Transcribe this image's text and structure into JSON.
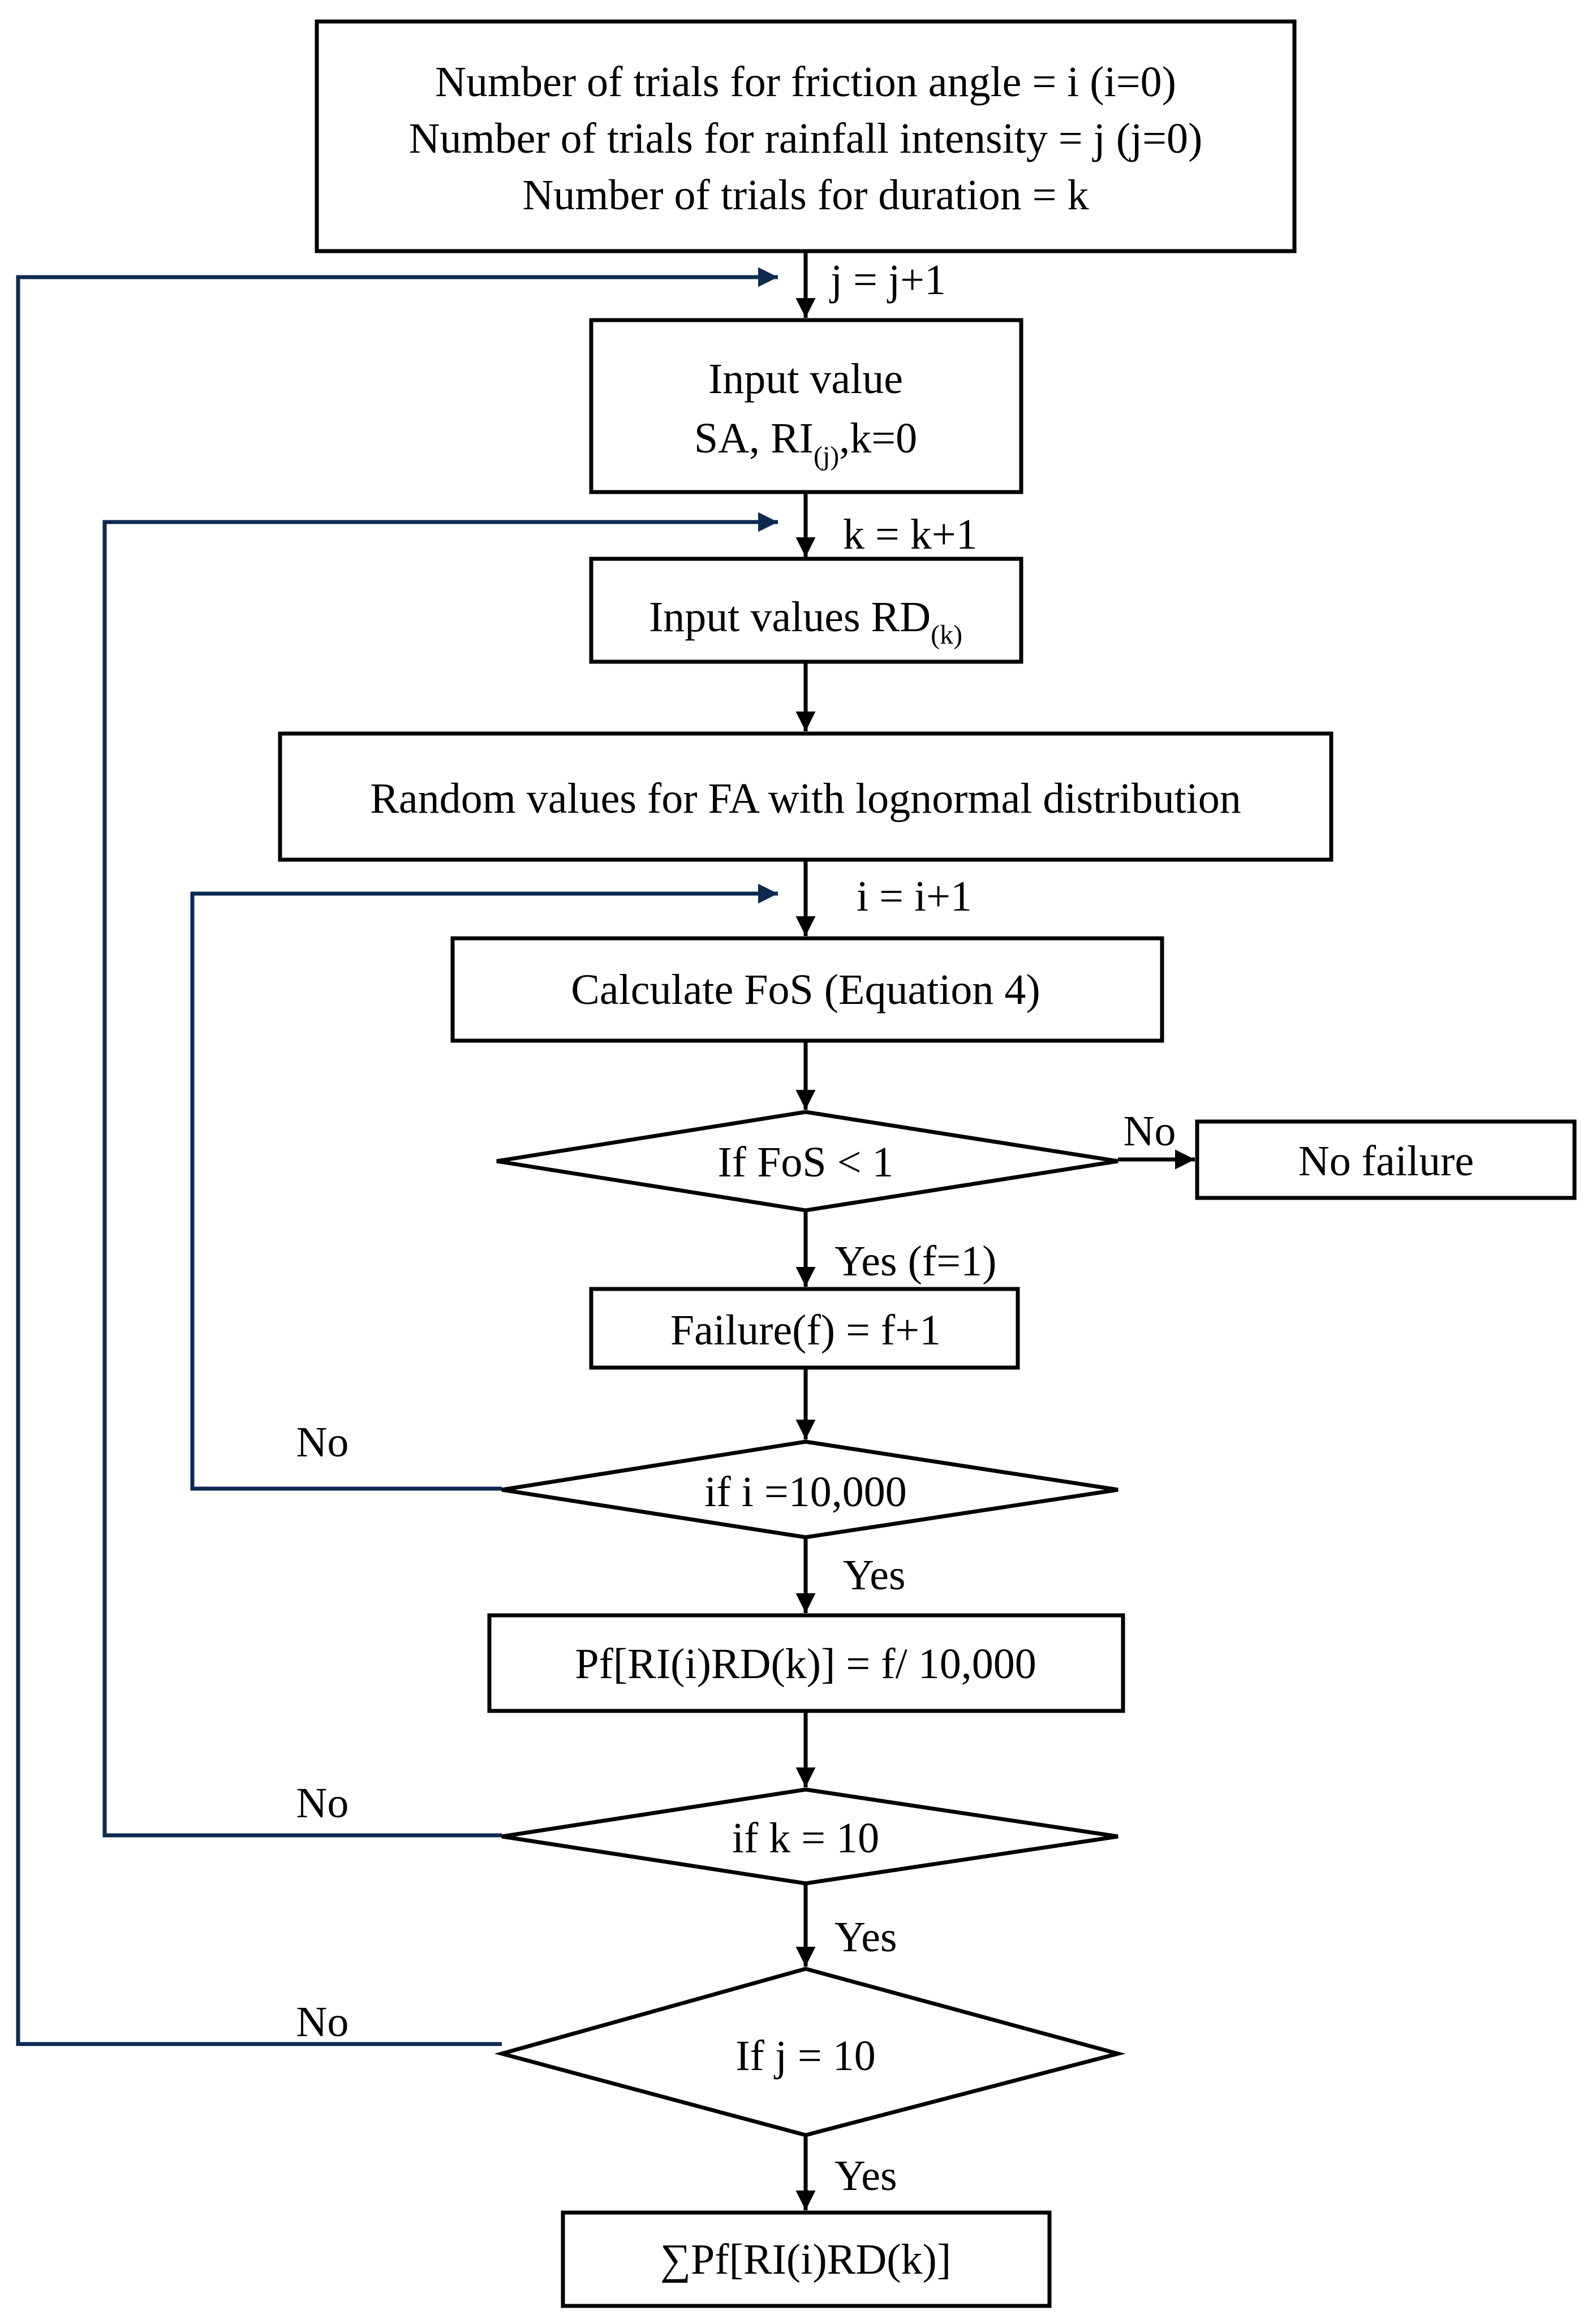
{
  "start": {
    "line1": "Number of trials for friction angle = i (i=0)",
    "line2": "Number of trials for rainfall intensity = j (j=0)",
    "line3": "Number of trials for duration = k"
  },
  "label_j_inc": "j = j+1",
  "input_sa": {
    "line1": "Input value",
    "line2_prefix": "SA, RI",
    "line2_sub": "(j)",
    "line2_suffix": ",k=0"
  },
  "label_k_inc": "k = k+1",
  "input_rd": {
    "prefix": "Input values RD",
    "sub": "(k)"
  },
  "random_fa": "Random values for FA with lognormal distribution",
  "label_i_inc": "i = i+1",
  "calc_fos": "Calculate FoS (Equation 4)",
  "decision_fos": "If FoS < 1",
  "label_no_fos": "No",
  "no_failure": "No failure",
  "label_yes_fos": "Yes (f=1)",
  "failure": "Failure(f) = f+1",
  "decision_i": "if i =10,000",
  "label_no_i": "No",
  "label_yes_i": "Yes",
  "pf_calc": "Pf[RI(i)RD(k)] = f/ 10,000",
  "decision_k": "if k = 10",
  "label_no_k": "No",
  "label_yes_k": "Yes",
  "decision_j": "If j = 10",
  "label_no_j": "No",
  "label_yes_j": "Yes",
  "sum_pf": "∑Pf[RI(i)RD(k)]",
  "colors": {
    "line": "#000000",
    "loop_line": "#0d2a52",
    "background": "#ffffff"
  }
}
